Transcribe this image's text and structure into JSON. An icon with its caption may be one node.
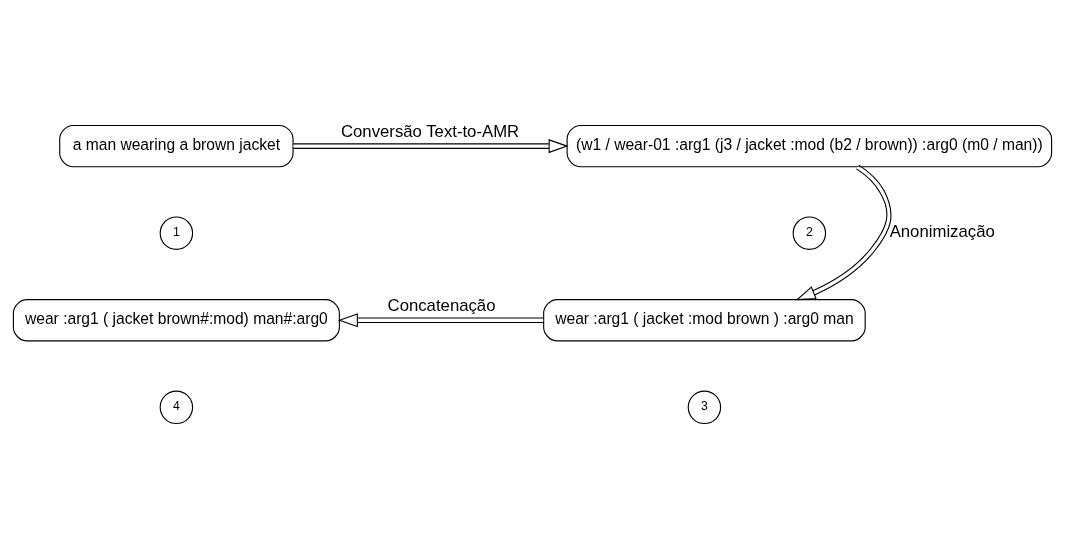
{
  "diagram": {
    "nodes": [
      {
        "text": [
          "a man wearing a brown jacket"
        ]
      },
      {
        "text": [
          "1"
        ]
      },
      {
        "text": [
          "(w1 / wear-01 :arg1 (j3 / jacket :mod (b2 / brown)) :arg0 (m0 / man))"
        ]
      },
      {
        "text": [
          "2"
        ]
      },
      {
        "text": [
          "wear :arg1 ( jacket brown#:mod) man#:arg0"
        ]
      },
      {
        "text": [
          "wear :arg1 ( jacket :mod brown ) :arg0 man"
        ]
      },
      {
        "text": [
          "4"
        ]
      },
      {
        "text": [
          "3"
        ]
      }
    ],
    "edges": [
      {
        "from": 0,
        "to": 2,
        "arrow": "to",
        "label": "Conversão Text-to-AMR"
      },
      {
        "from": 2,
        "to": 5,
        "arrow": "to",
        "label": "Anonimização"
      },
      {
        "from": 5,
        "to": 4,
        "arrow": "to",
        "label": "Concatenação"
      }
    ]
  }
}
